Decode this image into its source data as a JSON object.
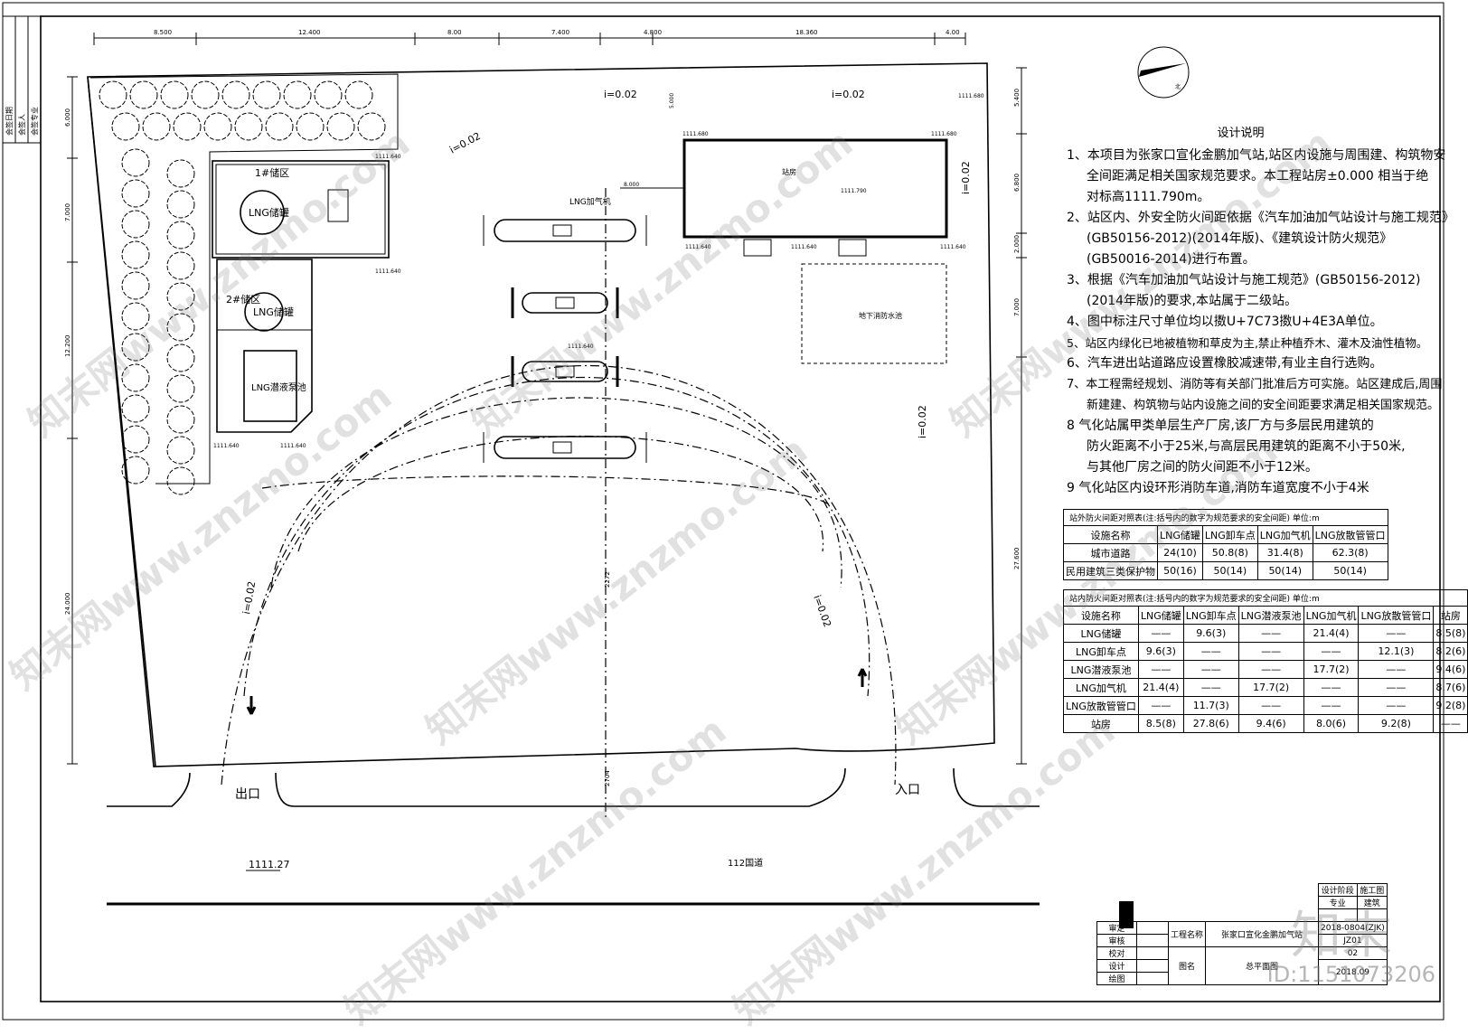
{
  "dims": {
    "top": [
      "8.500",
      "12.400",
      "8.00",
      "7.400",
      "4.800",
      "18.360",
      "4.00"
    ],
    "left": [
      "6.000",
      "7.000",
      "12.200",
      "24.000"
    ],
    "right": [
      "5.400",
      "6.800",
      "2.000",
      "7.000",
      "27.600"
    ],
    "misc": [
      "5.000",
      "8.000",
      "2272",
      "2704"
    ]
  },
  "slopes": [
    "i=0.02",
    "i=0.02",
    "i=0.02",
    "i=0.02",
    "i=0.02",
    "i=0.02",
    "i=0.02"
  ],
  "elevations": [
    "1111.640",
    "1111.640",
    "1111.640",
    "1111.640",
    "1111.640",
    "1111.640",
    "1111.640",
    "1111.640",
    "1111.680",
    "1111.680",
    "1111.680",
    "1111.790",
    "1111.640",
    "1111.640",
    "1111.640",
    "1111.640",
    "1111.27"
  ],
  "labels": {
    "zone1": "1#储区",
    "zone2": "2#储区",
    "tank": "LNG储罐",
    "tank2": "LNG储罐",
    "pump": "LNG潜液泵池",
    "dispenser": "LNG加气机",
    "station": "站房",
    "fire_pool": "地下消防水池",
    "exit": "出口",
    "entrance": "入口",
    "road": "112国道",
    "north": "北"
  },
  "notes": {
    "title": "设计说明",
    "lines": [
      "1、本项目为张家口宣化金鹏加气站,站区内设施与周围建、构筑物安",
      "全间距满足相关国家规范要求。本工程站房±0.000 相当于绝",
      "对标高1111.790m。",
      "2、站区内、外安全防火间距依据《汽车加油加气站设计与施工规范》",
      "(GB50156-2012)(2014年版)、《建筑设计防火规范》",
      "(GB50016-2014)进行布置。",
      "3、根据《汽车加油加气站设计与施工规范》(GB50156-2012)",
      "(2014年版)的要求,本站属于二级站。",
      "4、图中标注尺寸单位均以擞U+7C73擞U+4E3A单位。",
      "5、站区内绿化已地被植物和草皮为主,禁止种植乔木、灌木及油性植物。",
      "6、汽车进出站道路应设置橡胶减速带,有业主自行选购。",
      "7、本工程需经规划、消防等有关部门批准后方可实施。站区建成后,周围",
      "新建建、构筑物与站内设施之间的安全间距要求满足相关国家规范。",
      "8 气化站属甲类单层生产厂房,该厂方与多层民用建筑的",
      "防火距离不小于25米,与高层民用建筑的距离不小于50米,",
      "与其他厂房之间的防火间距不小于12米。",
      "9 气化站区内设环形消防车道,消防车道宽度不小于4米"
    ]
  },
  "table1": {
    "caption": "站外防火间距对照表(注:括号内的数字为规范要求的安全间距) 单位:m",
    "header": [
      "设施名称",
      "LNG储罐",
      "LNG卸车点",
      "LNG加气机",
      "LNG放散管管口"
    ],
    "rows": [
      [
        "城市道路",
        "24(10)",
        "50.8(8)",
        "31.4(8)",
        "62.3(8)"
      ],
      [
        "民用建筑三类保护物",
        "50(16)",
        "50(14)",
        "50(14)",
        "50(14)"
      ]
    ]
  },
  "table2": {
    "caption": "站内防火间距对照表(注:括号内的数字为规范要求的安全间距) 单位:m",
    "header": [
      "设施名称",
      "LNG储罐",
      "LNG卸车点",
      "LNG潜液泵池",
      "LNG加气机",
      "LNG放散管管口",
      "站房"
    ],
    "rows": [
      [
        "LNG储罐",
        "——",
        "9.6(3)",
        "——",
        "21.4(4)",
        "——",
        "8.5(8)"
      ],
      [
        "LNG卸车点",
        "9.6(3)",
        "——",
        "——",
        "——",
        "12.1(3)",
        "8.2(6)"
      ],
      [
        "LNG潜液泵池",
        "——",
        "——",
        "——",
        "17.7(2)",
        "——",
        "9.4(6)"
      ],
      [
        "LNG加气机",
        "21.4(4)",
        "——",
        "17.7(2)",
        "——",
        "——",
        "8.7(6)"
      ],
      [
        "LNG放散管管口",
        "——",
        "11.7(3)",
        "——",
        "——",
        "——",
        "9.2(8)"
      ],
      [
        "站房",
        "8.5(8)",
        "27.8(6)",
        "9.4(6)",
        "8.0(6)",
        "9.2(8)",
        "——"
      ]
    ]
  },
  "titleblock": {
    "stage_label": "设计阶段",
    "stage": "施工图",
    "major_label": "专业",
    "major": "建筑",
    "project_label": "工程名称",
    "project": "张家口宣化金鹏加气站",
    "code": "2018-0804(ZJK)",
    "drawing_label": "图名",
    "drawing": "总平面图",
    "no": "JZ01",
    "sheet": "02",
    "date": "2018.09",
    "roles": [
      "审定",
      "审核",
      "校对",
      "设计",
      "绘图"
    ]
  },
  "margin_labels": [
    "会签日期",
    "会签人",
    "会签专业"
  ],
  "watermarks": [
    "知末网www.znzmo.com"
  ],
  "brand": "知末",
  "id": "ID:1151073206"
}
